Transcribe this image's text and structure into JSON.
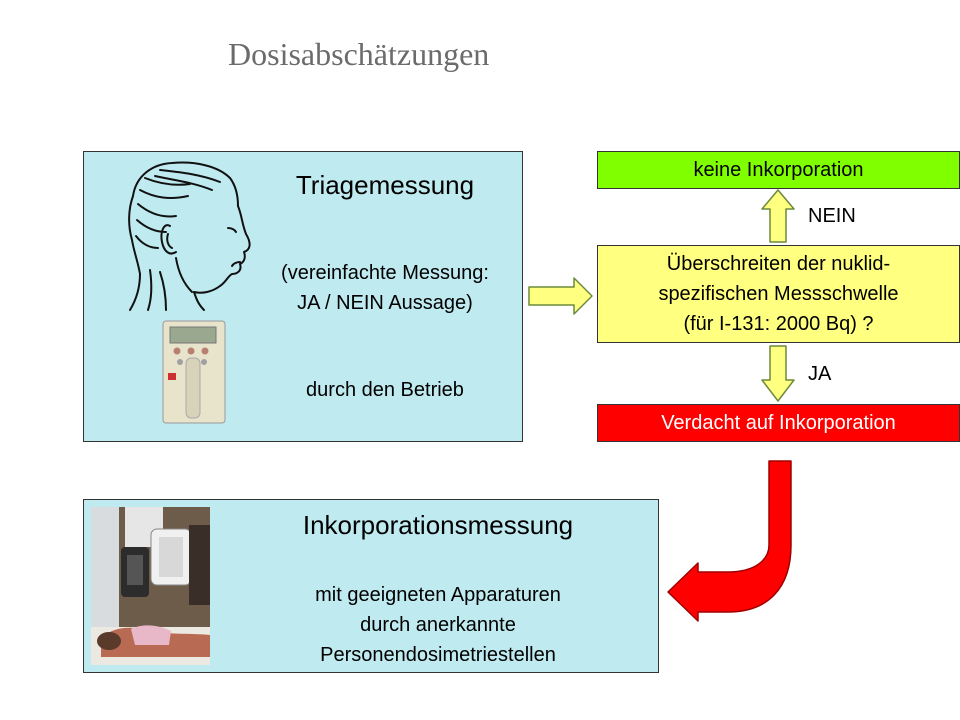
{
  "title": "Dosisabschätzungen",
  "triage": {
    "heading": "Triagemessung",
    "lines": [
      "(vereinfachte Messung:",
      "JA / NEIN Aussage)"
    ],
    "operator": "durch den Betrieb"
  },
  "decision": {
    "no_result": "keine Inkorporation",
    "question_lines": [
      "Überschreiten der nuklid-",
      "spezifischen Messschwelle",
      "(für I-131: 2000 Bq) ?"
    ],
    "suspicion": "Verdacht auf Inkorporation",
    "no_label": "NEIN",
    "yes_label": "JA"
  },
  "incorporation": {
    "heading": "Inkorporationsmessung",
    "lines": [
      "mit geeigneten Apparaturen",
      "durch anerkannte",
      "Personendosimetriestellen"
    ]
  },
  "colors": {
    "panel": "#bfeaf0",
    "no_box": "#80ff00",
    "question_box": "#ffff80",
    "suspicion_box": "#ff0000",
    "arrow_yellow": "#ffff80",
    "arrow_red": "#ff0000"
  }
}
